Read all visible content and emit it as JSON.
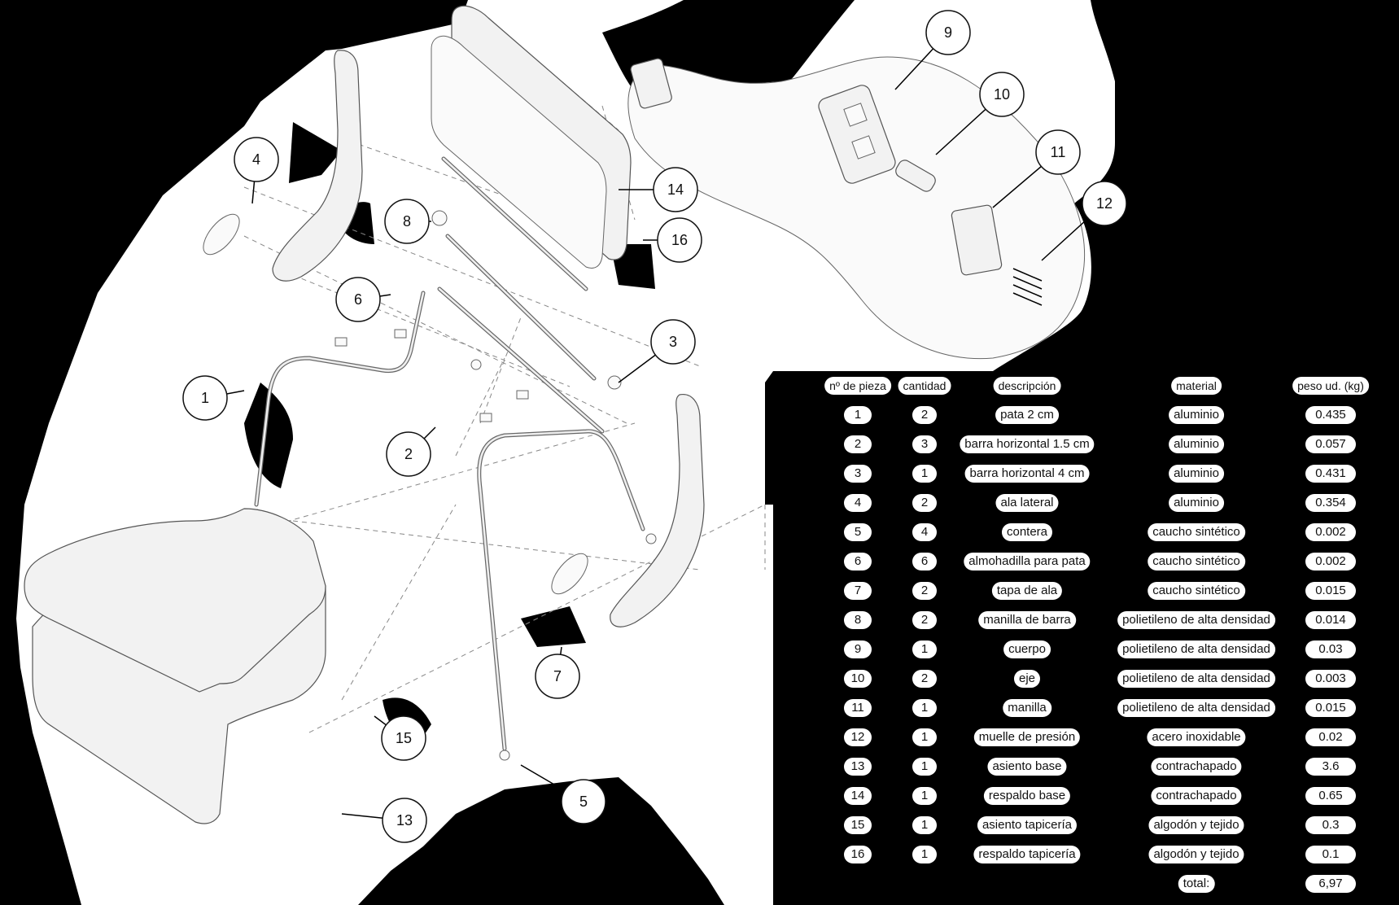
{
  "callouts": [
    "1",
    "2",
    "3",
    "4",
    "5",
    "6",
    "7",
    "8",
    "9",
    "10",
    "11",
    "12",
    "13",
    "14",
    "15",
    "16"
  ],
  "parts_table": {
    "headers": {
      "piece": "nº de pieza",
      "qty": "cantidad",
      "desc": "descripción",
      "material": "material",
      "weight": "peso ud. (kg)"
    },
    "rows": [
      {
        "n": "1",
        "qty": "2",
        "desc": "pata 2 cm",
        "mat": "aluminio",
        "w": "0.435"
      },
      {
        "n": "2",
        "qty": "3",
        "desc": "barra horizontal 1.5 cm",
        "mat": "aluminio",
        "w": "0.057"
      },
      {
        "n": "3",
        "qty": "1",
        "desc": "barra horizontal 4 cm",
        "mat": "aluminio",
        "w": "0.431"
      },
      {
        "n": "4",
        "qty": "2",
        "desc": "ala lateral",
        "mat": "aluminio",
        "w": "0.354"
      },
      {
        "n": "5",
        "qty": "4",
        "desc": "contera",
        "mat": "caucho sintético",
        "w": "0.002"
      },
      {
        "n": "6",
        "qty": "6",
        "desc": "almohadilla para pata",
        "mat": "caucho sintético",
        "w": "0.002"
      },
      {
        "n": "7",
        "qty": "2",
        "desc": "tapa de ala",
        "mat": "caucho sintético",
        "w": "0.015"
      },
      {
        "n": "8",
        "qty": "2",
        "desc": "manilla de barra",
        "mat": "polietileno de alta densidad",
        "w": "0.014"
      },
      {
        "n": "9",
        "qty": "1",
        "desc": "cuerpo",
        "mat": "polietileno de alta densidad",
        "w": "0.03"
      },
      {
        "n": "10",
        "qty": "2",
        "desc": "eje",
        "mat": "polietileno de alta densidad",
        "w": "0.003"
      },
      {
        "n": "11",
        "qty": "1",
        "desc": "manilla",
        "mat": "polietileno de alta densidad",
        "w": "0.015"
      },
      {
        "n": "12",
        "qty": "1",
        "desc": "muelle de presión",
        "mat": "acero inoxidable",
        "w": "0.02"
      },
      {
        "n": "13",
        "qty": "1",
        "desc": "asiento base",
        "mat": "contrachapado",
        "w": "3.6"
      },
      {
        "n": "14",
        "qty": "1",
        "desc": "respaldo base",
        "mat": "contrachapado",
        "w": "0.65"
      },
      {
        "n": "15",
        "qty": "1",
        "desc": "asiento tapicería",
        "mat": "algodón y tejido",
        "w": "0.3"
      },
      {
        "n": "16",
        "qty": "1",
        "desc": "respaldo tapicería",
        "mat": "algodón y tejido",
        "w": "0.1"
      }
    ],
    "total_label": "total:",
    "total_value": "6,97"
  }
}
